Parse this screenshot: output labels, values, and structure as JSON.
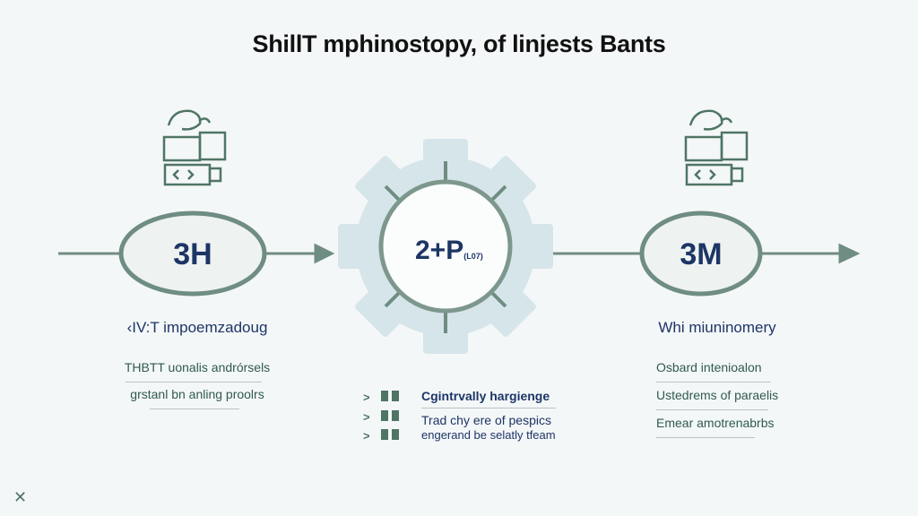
{
  "title": "ShillT mphinostopy, of linjests Bants",
  "nodes": [
    {
      "label": "3H",
      "heading": "‹IV:T impoemzadoug",
      "items": [
        "THBTT uonalis andrórsels",
        "grstanl bn anling proolrs"
      ]
    },
    {
      "label": "2+P",
      "sub": "(L07)",
      "items": [
        "Cgintrvally hargienge",
        "Trad chy ere of pespics",
        "engerand be selatly tfeam"
      ]
    },
    {
      "label": "3M",
      "heading": "Whi miuninomery",
      "items": [
        "Osbard intenioalon",
        "Ustedrems of paraelis",
        "Emear amotrenabrbs"
      ]
    }
  ],
  "colors": {
    "line": "#6f8d82",
    "gear": "#d6e5ea",
    "text": "#1d3566"
  }
}
